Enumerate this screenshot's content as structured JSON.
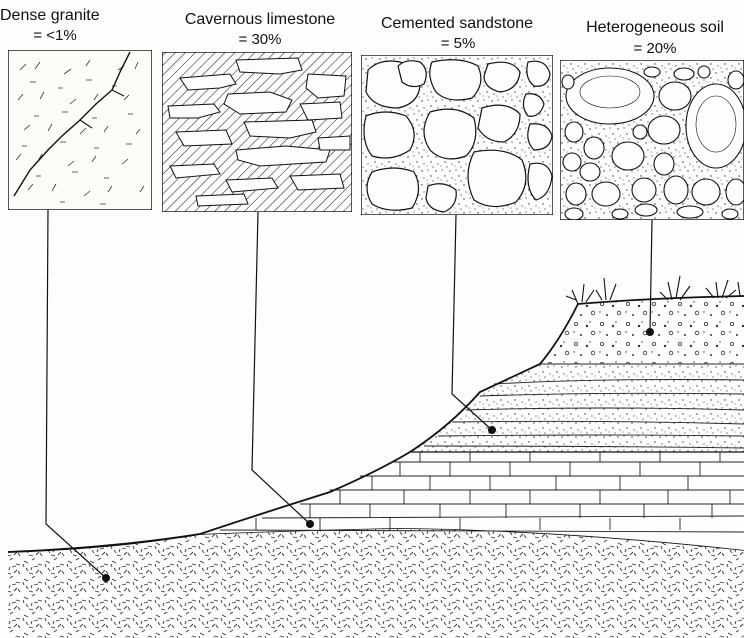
{
  "panels": [
    {
      "id": "granite",
      "name": "Dense granite",
      "porosity": "= <1%"
    },
    {
      "id": "limestone",
      "name": "Cavernous limestone",
      "porosity": "= 30%"
    },
    {
      "id": "sandstone",
      "name": "Cemented sandstone",
      "porosity": "= 5%"
    },
    {
      "id": "soil",
      "name": "Heterogeneous soil",
      "porosity": "= 20%"
    }
  ]
}
